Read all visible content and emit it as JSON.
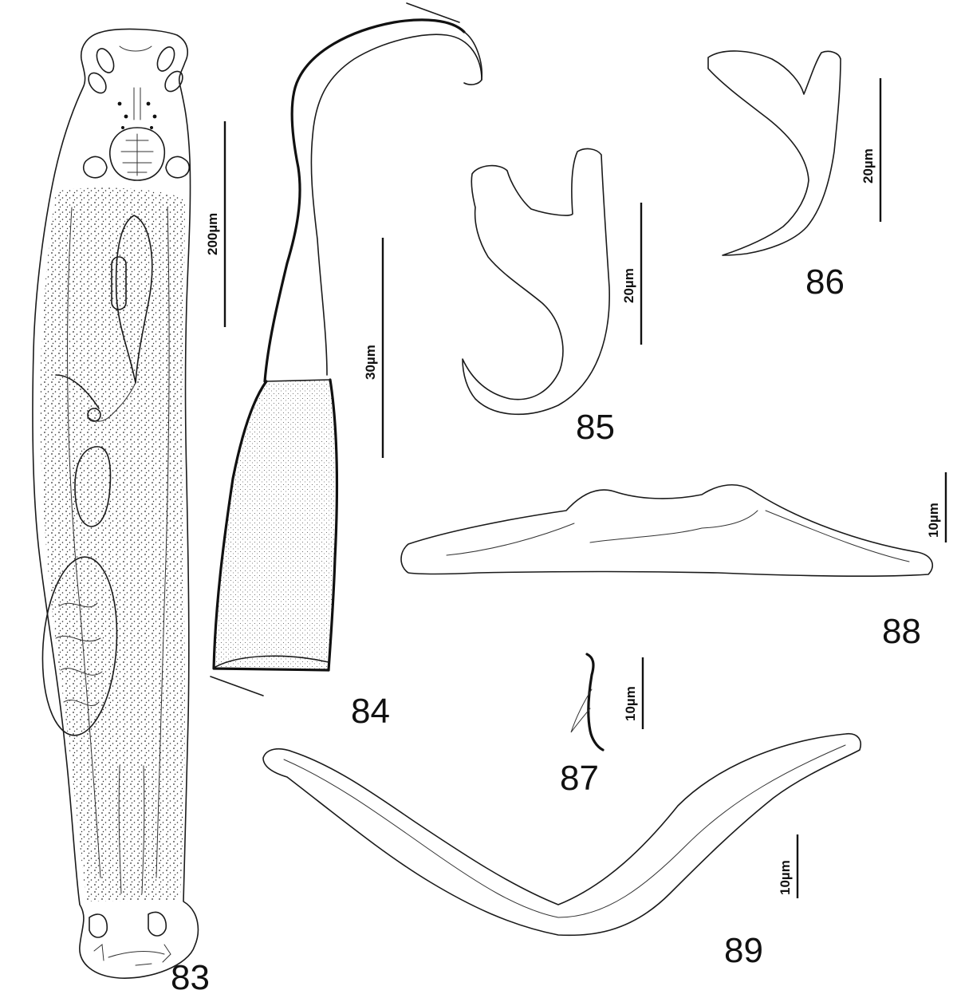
{
  "figures": [
    {
      "id": "83",
      "label": "83",
      "scale_label": "200µm"
    },
    {
      "id": "84",
      "label": "84",
      "scale_label": "30µm"
    },
    {
      "id": "85",
      "label": "85",
      "scale_label": "20µm"
    },
    {
      "id": "86",
      "label": "86",
      "scale_label": "20µm"
    },
    {
      "id": "87",
      "label": "87",
      "scale_label": "10µm"
    },
    {
      "id": "88",
      "label": "88",
      "scale_label": "10µm"
    },
    {
      "id": "89",
      "label": "89",
      "scale_label": "10µm"
    }
  ],
  "colors": {
    "ink": "#1a1a1a",
    "stipple": "#2a2a2a",
    "background": "#ffffff"
  }
}
